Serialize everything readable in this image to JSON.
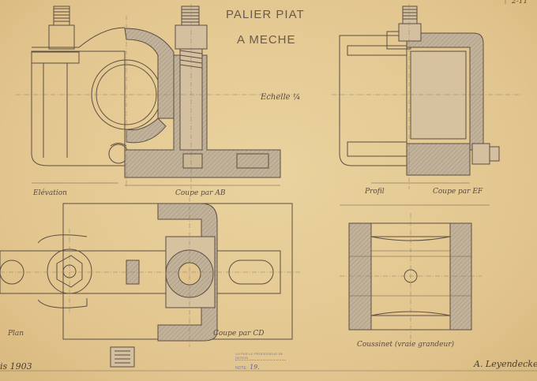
{
  "sheet": {
    "title_line1": "PALIER PIAT",
    "title_line2": "A MECHE",
    "scale_label": "Echelle ¼",
    "sheet_number": "2-11",
    "date_fragment": "is 1903",
    "signature": "A. Leyendecker"
  },
  "views": {
    "elevation": "Elévation",
    "coupe_ab": "Coupe par AB",
    "profil": "Profil",
    "coupe_ef": "Coupe par EF",
    "plan": "Plan",
    "coupe_cd": "Coupe par CD",
    "coussinet": "Coussinet (vraie grandeur)"
  },
  "stamp": {
    "line1": "VU PAR LE PROFESSEUR DE DESSIN",
    "note_label": "NOTE :",
    "note_value": "19."
  },
  "colors": {
    "paper": "#e4c894",
    "ink": "#5c4e42",
    "section_fill": "#b8a892",
    "stamp_ink": "#7a7aa8"
  }
}
